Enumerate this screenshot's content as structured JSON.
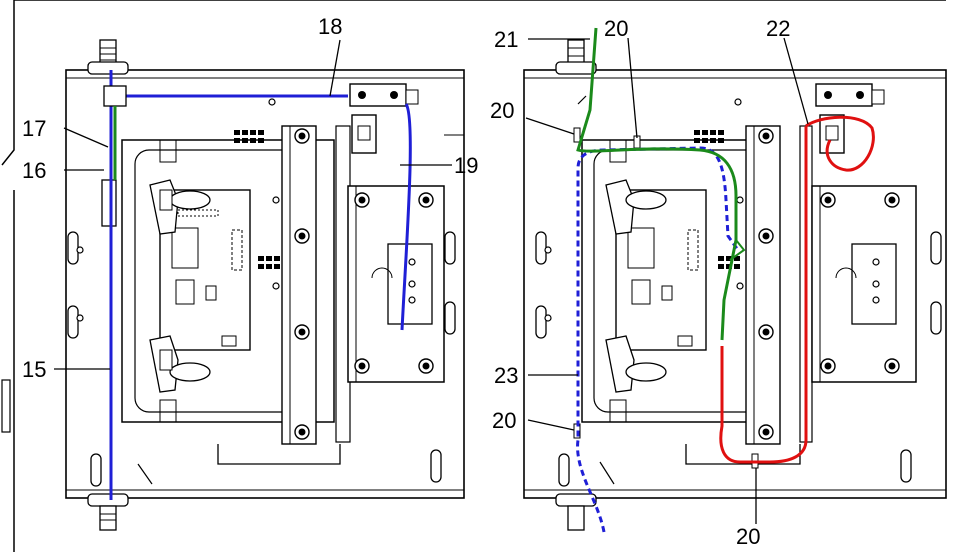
{
  "labels": {
    "l15": "15",
    "l16": "16",
    "l17": "17",
    "l18": "18",
    "l19": "19",
    "l20a": "20",
    "l20b": "20",
    "l20c": "20",
    "l20d": "20",
    "l21": "21",
    "l22": "22",
    "l23": "23"
  },
  "colors": {
    "line": "#000000",
    "air_tube": "#1f1fd6",
    "ground_wire": "#1b8a1b",
    "power_cable": "#e01010",
    "bg": "#ffffff"
  },
  "icons": [
    "pneumatic-valve-icon",
    "solenoid-coil-icon",
    "control-board-icon",
    "hinge-clamp-icon",
    "bolt-icon"
  ]
}
